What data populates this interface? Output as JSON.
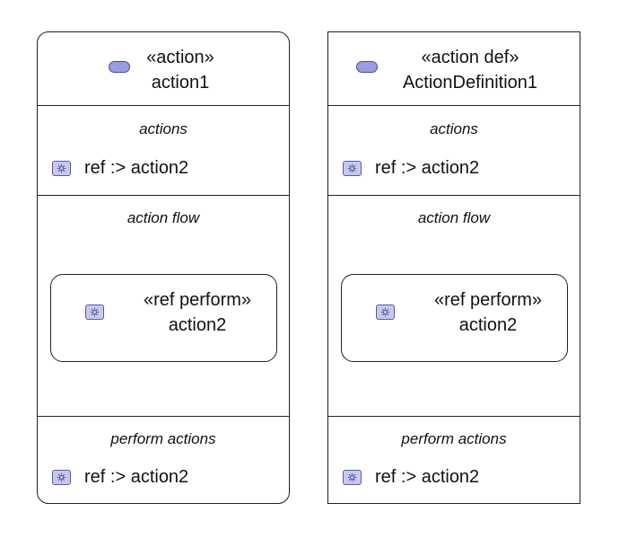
{
  "colors": {
    "icon_fill": "#9b9ce0",
    "icon_stroke": "#4b4c8f",
    "gear_box_fill": "#c7c8f0",
    "line": "#222222"
  },
  "nodes": [
    {
      "kind": "usage",
      "icon": "action-usage-icon",
      "stereotype": "«action»",
      "name": "action1",
      "actions_title": "actions",
      "actions_item": "ref :> action2",
      "flow_title": "action flow",
      "flow_node": {
        "stereotype": "«ref perform»",
        "name": "action2"
      },
      "perform_title": "perform actions",
      "perform_item": "ref :> action2"
    },
    {
      "kind": "definition",
      "icon": "action-definition-icon",
      "stereotype": "«action def»",
      "name": "ActionDefinition1",
      "actions_title": "actions",
      "actions_item": "ref :> action2",
      "flow_title": "action flow",
      "flow_node": {
        "stereotype": "«ref perform»",
        "name": "action2"
      },
      "perform_title": "perform actions",
      "perform_item": "ref :> action2"
    }
  ]
}
